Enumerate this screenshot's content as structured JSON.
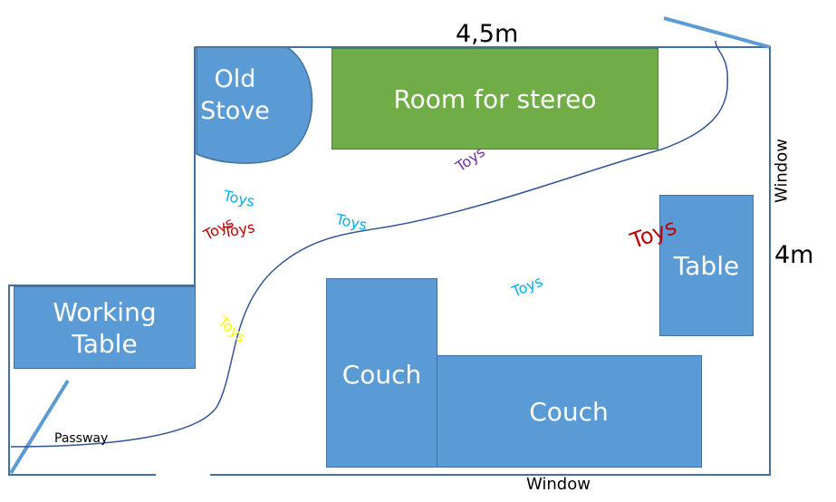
{
  "dimensions": {
    "top_length": "4,5m",
    "side_length": "4m"
  },
  "windows": {
    "right": "Window",
    "bottom": "Window"
  },
  "furniture": {
    "old_stove": "Old\nStove",
    "stereo_area": "Room for stereo",
    "working_table": "Working\nTable",
    "table": "Table",
    "couch_left": "Couch",
    "couch_right": "Couch"
  },
  "passway": "Passway",
  "toys": [
    {
      "text": "Toys",
      "color": "#00b0f0"
    },
    {
      "text": "Toys",
      "color": "#c00000"
    },
    {
      "text": "Toys",
      "color": "#c00000"
    },
    {
      "text": "Toys",
      "color": "#00b0f0"
    },
    {
      "text": "Toys",
      "color": "#7030a0"
    },
    {
      "text": "Toys",
      "color": "#c00000"
    },
    {
      "text": "Toys",
      "color": "#00b0f0"
    },
    {
      "text": "Toys",
      "color": "#ffff00"
    }
  ],
  "colors": {
    "walls": "#41719c",
    "furniture": "#5b9bd5",
    "stereo_area": "#70ad47",
    "passway_line": "#2f5597"
  }
}
